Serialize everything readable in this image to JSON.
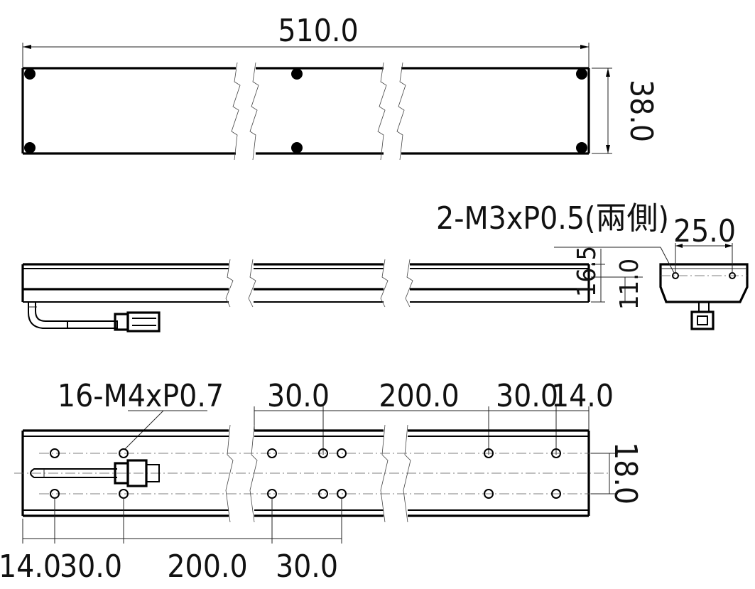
{
  "top_view": {
    "overall_length": "510.0",
    "height": "38.0"
  },
  "side_view": {
    "thread_note": "2-M3xP0.5(兩側)",
    "end_width": "25.0",
    "height_a": "16.5",
    "height_b": "11.0"
  },
  "bottom_view": {
    "thread_note": "16-M4xP0.7",
    "top_dims": [
      "30.0",
      "200.0",
      "30.0",
      "14.0"
    ],
    "bottom_dims": [
      "14.0",
      "30.0",
      "200.0",
      "30.0"
    ],
    "width": "18.0"
  }
}
